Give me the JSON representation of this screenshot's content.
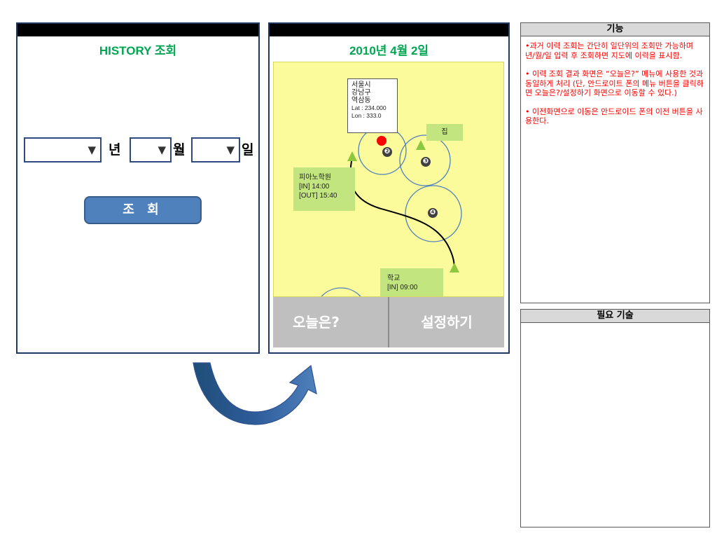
{
  "history_screen": {
    "title": "HISTORY 조회",
    "year_label": "년",
    "month_label": "월",
    "day_label": "일",
    "dropdown_arrow": "▼",
    "query_button": "조 회"
  },
  "map_screen": {
    "title": "2010년 4월 2일",
    "address": {
      "line1": "서울시",
      "line2": "강남구",
      "line3": "역삼동",
      "lat": "Lat : 234.000",
      "lon": "Lon : 333.0"
    },
    "home_label": "집",
    "piano": {
      "name": "피아노학원",
      "in": "[IN] 14:00",
      "out": "[OUT] 15:40"
    },
    "school": {
      "name": "학교",
      "in": "[IN] 09:00"
    },
    "markers": [
      "❷",
      "❸",
      "❹"
    ],
    "today_button": "오늘은?",
    "settings_button": "설정하기"
  },
  "features_panel": {
    "title": "기능",
    "items": [
      "•과거 이력 조회는 간단히 일단위의 조회만 가능하며 년/월/일 입력 후 조회하면 지도에 이력을 표시함.",
      "• 이력 조회 결과 화면은 “오늘은?” 메뉴에 사용한 것과 동일하게 처리 (단, 안드로이트 폰의 메뉴 버튼을 클릭하면 오늘은?/설정하기 화면으로 이동할 수 있다.)",
      "• 이전화면으로 이동은 안드로이드 폰의 이전 버튼을 사용한다."
    ]
  },
  "skills_panel": {
    "title": "필요 기술"
  },
  "colors": {
    "title_green": "#00a651",
    "map_yellow": "#fbfb9c",
    "callout_green": "#c2e580",
    "button_blue": "#4f81bd",
    "feature_text_red": "#ff0000"
  }
}
